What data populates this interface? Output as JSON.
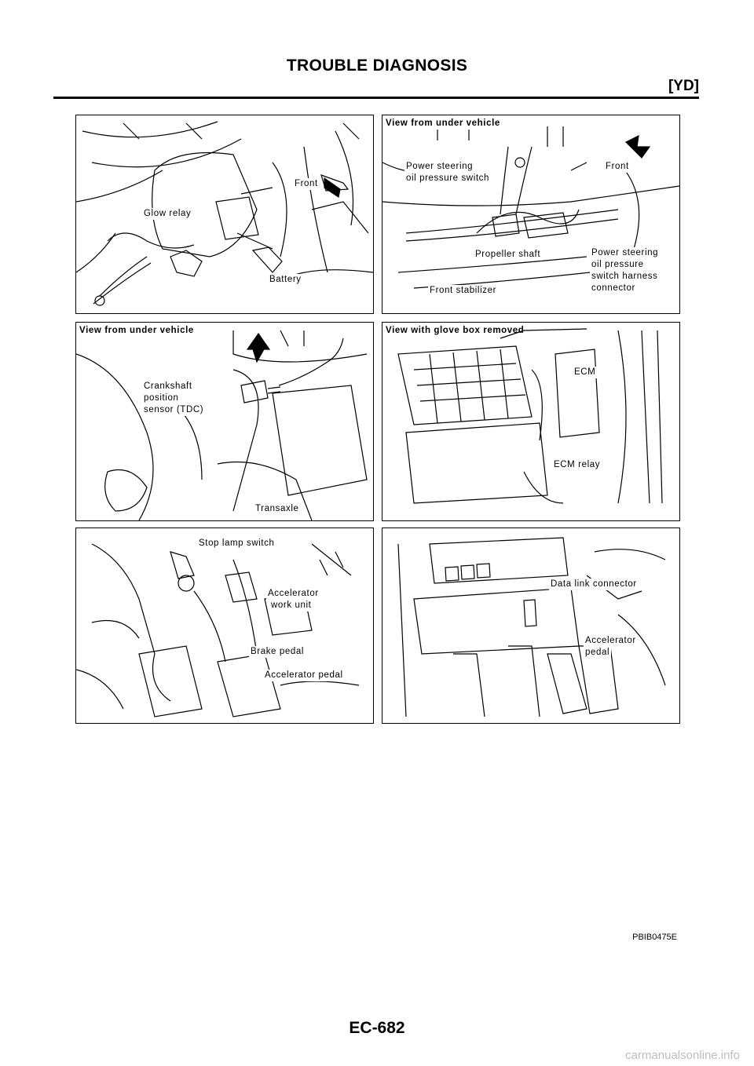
{
  "header": {
    "title": "TROUBLE DIAGNOSIS",
    "section": "[YD]"
  },
  "panels": {
    "p1": {
      "front": "Front",
      "glow_relay": "Glow relay",
      "battery": "Battery"
    },
    "p2": {
      "view": "View from under vehicle",
      "ps_switch_l1": "Power steering",
      "ps_switch_l2": "oil pressure switch",
      "front": "Front",
      "propeller": "Propeller shaft",
      "stabilizer": "Front stabilizer",
      "harness_l1": "Power steering",
      "harness_l2": "oil pressure",
      "harness_l3": "switch harness",
      "harness_l4": "connector"
    },
    "p3": {
      "view": "View from under vehicle",
      "ckp_l1": "Crankshaft",
      "ckp_l2": "position",
      "ckp_l3": "sensor (TDC)",
      "transaxle": "Transaxle"
    },
    "p4": {
      "view": "View with glove box removed",
      "ecm": "ECM",
      "ecm_relay": "ECM relay"
    },
    "p5": {
      "stop_lamp": "Stop lamp switch",
      "accel_l1": "Accelerator",
      "accel_l2": "work unit",
      "brake": "Brake pedal",
      "accel_pedal": "Accelerator pedal"
    },
    "p6": {
      "dlc": "Data link connector",
      "accel_l1": "Accelerator",
      "accel_l2": "pedal"
    }
  },
  "figure_id": "PBIB0475E",
  "footer": {
    "page": "EC-682",
    "watermark": "carmanualsonline.info"
  }
}
